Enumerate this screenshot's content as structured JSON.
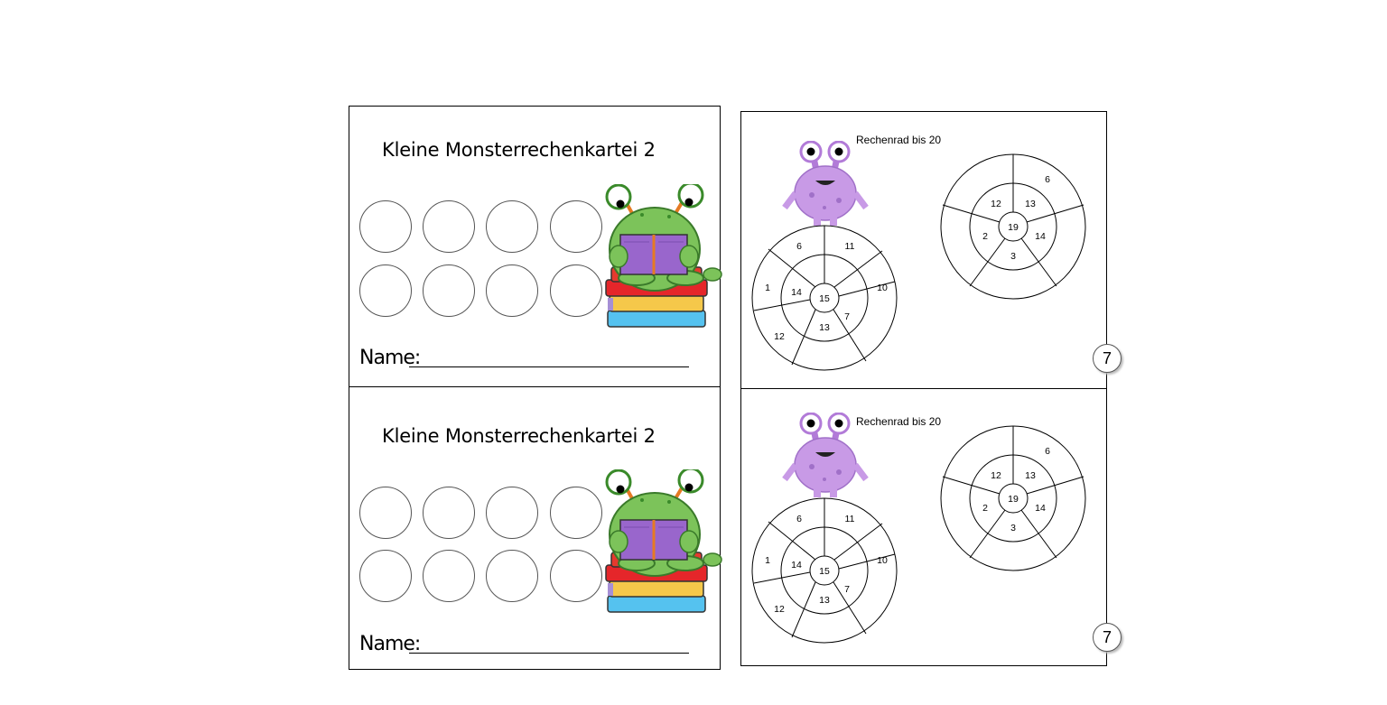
{
  "left_cards": [
    {
      "title": "Kleine Monsterrechenkartei 2",
      "name_label": "Name:"
    },
    {
      "title": "Kleine Monsterrechenkartei 2",
      "name_label": "Name:"
    }
  ],
  "right_cards": [
    {
      "wheel_title": "Rechenrad bis 20",
      "page_number": "7",
      "wheel_a": {
        "center": "15",
        "inner": [
          "14",
          "13",
          "7"
        ],
        "outer": [
          "6",
          "11",
          "1",
          "10",
          "12"
        ]
      },
      "wheel_b": {
        "center": "19",
        "inner": [
          "12",
          "13",
          "2",
          "14",
          "3"
        ],
        "outer": [
          "6"
        ]
      }
    },
    {
      "wheel_title": "Rechenrad bis 20",
      "page_number": "7",
      "wheel_a": {
        "center": "15",
        "inner": [
          "14",
          "13",
          "7"
        ],
        "outer": [
          "6",
          "11",
          "1",
          "10",
          "12"
        ]
      },
      "wheel_b": {
        "center": "19",
        "inner": [
          "12",
          "13",
          "2",
          "14",
          "3"
        ],
        "outer": [
          "6"
        ]
      }
    }
  ],
  "colors": {
    "green_monster": "#7cc35a",
    "purple_monster": "#c89ae6",
    "book_purple": "#9966cc"
  },
  "icons": [
    "green-monster-reading-icon",
    "purple-monster-icon"
  ]
}
